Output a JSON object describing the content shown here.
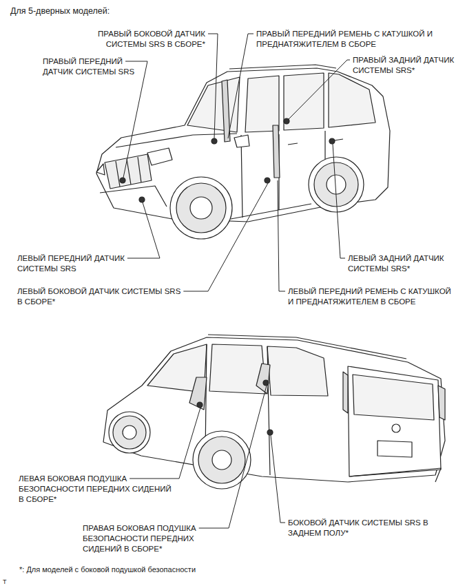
{
  "diagram": {
    "title": "Для 5-дверных моделей:",
    "caption": "*: Для моделей с боковой подушкой безопасности",
    "labels": [
      "ПРАВЫЙ БОКОВОЙ ДАТЧИК СИСТЕМЫ SRS В СБОРЕ*",
      "ПРАВЫЙ ПЕРЕДНИЙ ДАТЧИК СИСТЕМЫ SRS",
      "ПРАВЫЙ ПЕРЕДНИЙ РЕМЕНЬ С КАТУШКОЙ И ПРЕДНАТЯЖИТЕЛЕМ В СБОРЕ",
      "ПРАВЫЙ ЗАДНИЙ ДАТЧИК СИСТЕМЫ SRS*",
      "ЛЕВЫЙ ПЕРЕДНИЙ ДАТЧИК СИСТЕМЫ SRS",
      "ЛЕВЫЙ БОКОВОЙ ДАТЧИК СИСТЕМЫ SRS В СБОРЕ*",
      "ЛЕВЫЙ ПЕРЕДНИЙ РЕМЕНЬ С КАТУШКОЙ И ПРЕДНАТЯЖИТЕЛЕМ В СБОРЕ",
      "ЛЕВЫЙ ЗАДНИЙ ДАТЧИК СИСТЕМЫ SRS*",
      "ЛЕВАЯ БОКОВАЯ ПОДУШКА БЕЗОПАСНОСТИ ПЕРЕДНИХ СИДЕНИЙ В СБОРЕ*",
      "ПРАВАЯ БОКОВАЯ ПОДУШКА БЕЗОПАСНОСТИ ПЕРЕДНИХ СИДЕНИЙ В СБОРЕ*",
      "БОКОВОЙ ДАТЧИК СИСТЕМЫ SRS В ЗАДНЕМ ПОЛУ*",
      "T"
    ]
  }
}
